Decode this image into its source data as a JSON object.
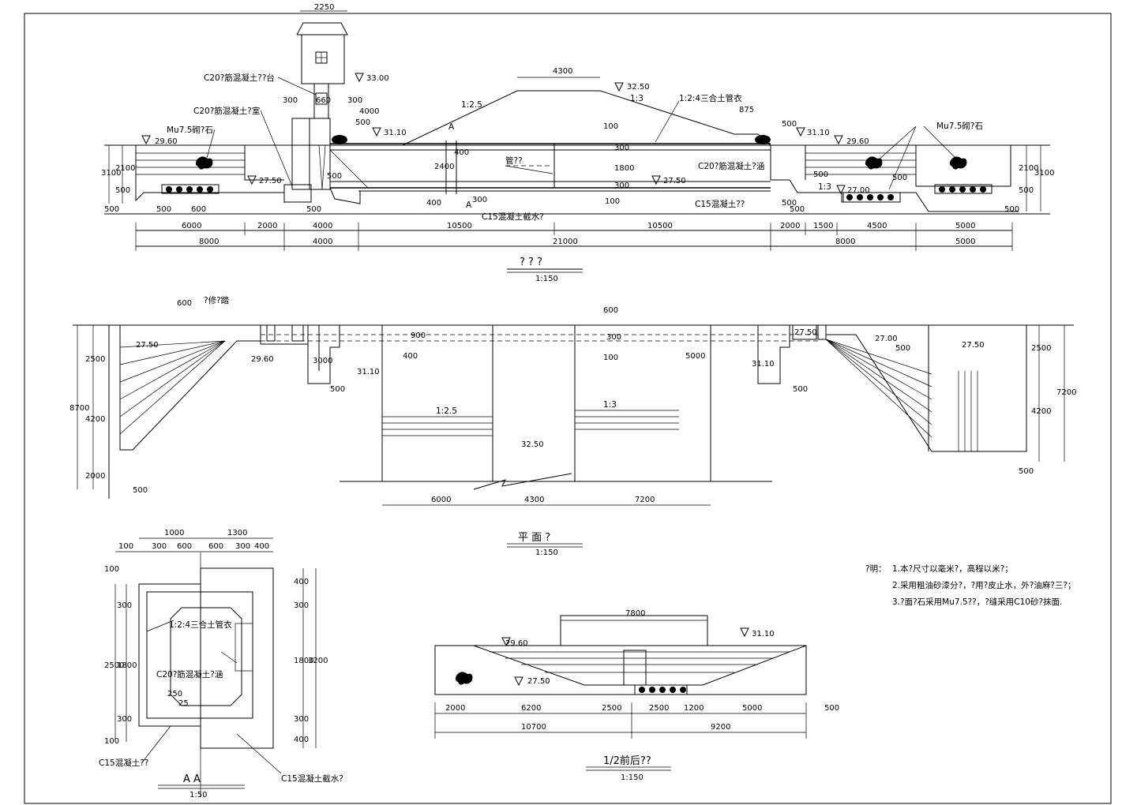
{
  "section": {
    "title": "? ? ?",
    "scale": "1:150",
    "elevations": [
      "33.00",
      "32.50",
      "31.10",
      "31.10",
      "29.60",
      "29.60",
      "27.50",
      "27.50",
      "27.00"
    ],
    "slopes": [
      "1:2.5",
      "1:3",
      "1:3"
    ],
    "labels": {
      "c20_platform": "C20?筋混凝土??台",
      "c20_room": "C20?筋混凝土?室",
      "mu75_left": "Mu7.5砌?石",
      "mu75_right": "Mu7.5砌?石",
      "mix124": "1:2:4三合土管衣",
      "c20_tube": "C20?筋混凝土?涵",
      "c15_seal": "C15混凝土截水?",
      "c15_base": "C15混凝土??",
      "pipe_axis": "管??",
      "mark_a": "A"
    },
    "dims_top": [
      "2250",
      "300",
      "300",
      "660",
      "4000",
      "4300",
      "500",
      "500",
      "875",
      "500",
      "100",
      "300",
      "1800",
      "300",
      "100",
      "500",
      "2400",
      "400",
      "300",
      "400",
      "500",
      "500",
      "3100",
      "2100",
      "500",
      "500",
      "3100",
      "2100",
      "500",
      "500",
      "500",
      "500",
      "500",
      "600"
    ],
    "dims_bottom": [
      "6000",
      "2000",
      "4000",
      "10500",
      "10500",
      "2000",
      "1500",
      "4500",
      "5000",
      "8000",
      "4000",
      "21000",
      "8000",
      "5000"
    ]
  },
  "plan": {
    "title": "平 面 ?",
    "scale": "1:150",
    "labels": {
      "repair": "?修?踏",
      "slope_l": "1:2.5",
      "slope_r": "1:3"
    },
    "elevations": [
      "27.50",
      "29.60",
      "31.10",
      "32.50",
      "31.10",
      "27.50",
      "27.00",
      "27.50"
    ],
    "dims": [
      "600",
      "2500",
      "4200",
      "2000",
      "8700",
      "500",
      "3000",
      "500",
      "900",
      "400",
      "600",
      "300",
      "100",
      "5000",
      "500",
      "2500",
      "4200",
      "7200",
      "500",
      "6000",
      "4300",
      "7200",
      "500"
    ]
  },
  "aa": {
    "title": "A   A",
    "scale": "1:50",
    "labels": {
      "mix124": "1:2:4三合土管衣",
      "c20_tube": "C20?筋混凝土?涵",
      "c15_base": "C15混凝土??",
      "c15_seal": "C15混凝土截水?"
    },
    "dims_top": [
      "1000",
      "1300",
      "100",
      "300",
      "600",
      "600",
      "300",
      "400"
    ],
    "dims_left": [
      "100",
      "300",
      "2500",
      "1800",
      "300",
      "100"
    ],
    "dims_right": [
      "400",
      "300",
      "1800",
      "3200",
      "300",
      "400"
    ],
    "small": [
      "250",
      "25"
    ]
  },
  "front": {
    "title": "1/2前后??",
    "scale": "1:150",
    "elevations": [
      "29.60",
      "31.10",
      "27.50"
    ],
    "dims": [
      "7800",
      "2000",
      "6200",
      "2500",
      "2500",
      "1200",
      "5000",
      "500",
      "10700",
      "9200"
    ]
  },
  "notes": {
    "head": "?明：",
    "items": [
      "1.本?尺寸以毫米?，高程以米?；",
      "2.采用粗油砂漆分?，?用?皮止水，外?油麻?三?；",
      "3.?面?石采用Mu7.5??，?缝采用C10砂?抹面."
    ]
  }
}
